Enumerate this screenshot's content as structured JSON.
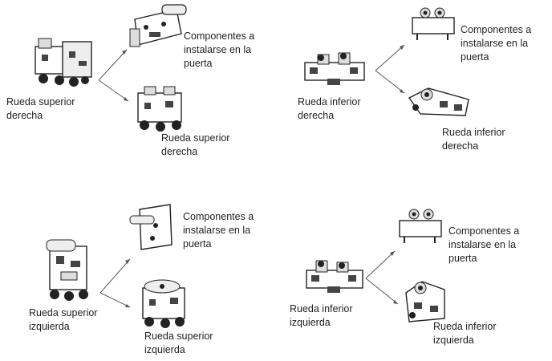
{
  "panels": [
    {
      "id": "upper-right",
      "assembly_label": [
        "Rueda superior",
        "derecha"
      ],
      "door_label": [
        "Componentes a",
        "instalarse en la",
        "puerta"
      ],
      "wheel_label": [
        "Rueda superior",
        "derecha"
      ]
    },
    {
      "id": "lower-right",
      "assembly_label": [
        "Rueda inferior",
        "derecha"
      ],
      "door_label": [
        "Componentes a",
        "instalarse en la",
        "puerta"
      ],
      "wheel_label": [
        "Rueda inferior",
        "derecha"
      ]
    },
    {
      "id": "upper-left",
      "assembly_label": [
        "Rueda superior",
        "izquierda"
      ],
      "door_label": [
        "Componentes a",
        "instalarse en la",
        "puerta"
      ],
      "wheel_label": [
        "Rueda superior",
        "izquierda"
      ]
    },
    {
      "id": "lower-left",
      "assembly_label": [
        "Rueda inferior",
        "izquierda"
      ],
      "door_label": [
        "Componentes a",
        "instalarse en la",
        "puerta"
      ],
      "wheel_label": [
        "Rueda inferior",
        "izquierda"
      ]
    }
  ],
  "colors": {
    "ink": "#222222",
    "line": "#555555"
  },
  "icons": [
    "wheel-assembly-icon",
    "door-bracket-icon",
    "wheel-unit-icon",
    "split-arrow-icon"
  ]
}
